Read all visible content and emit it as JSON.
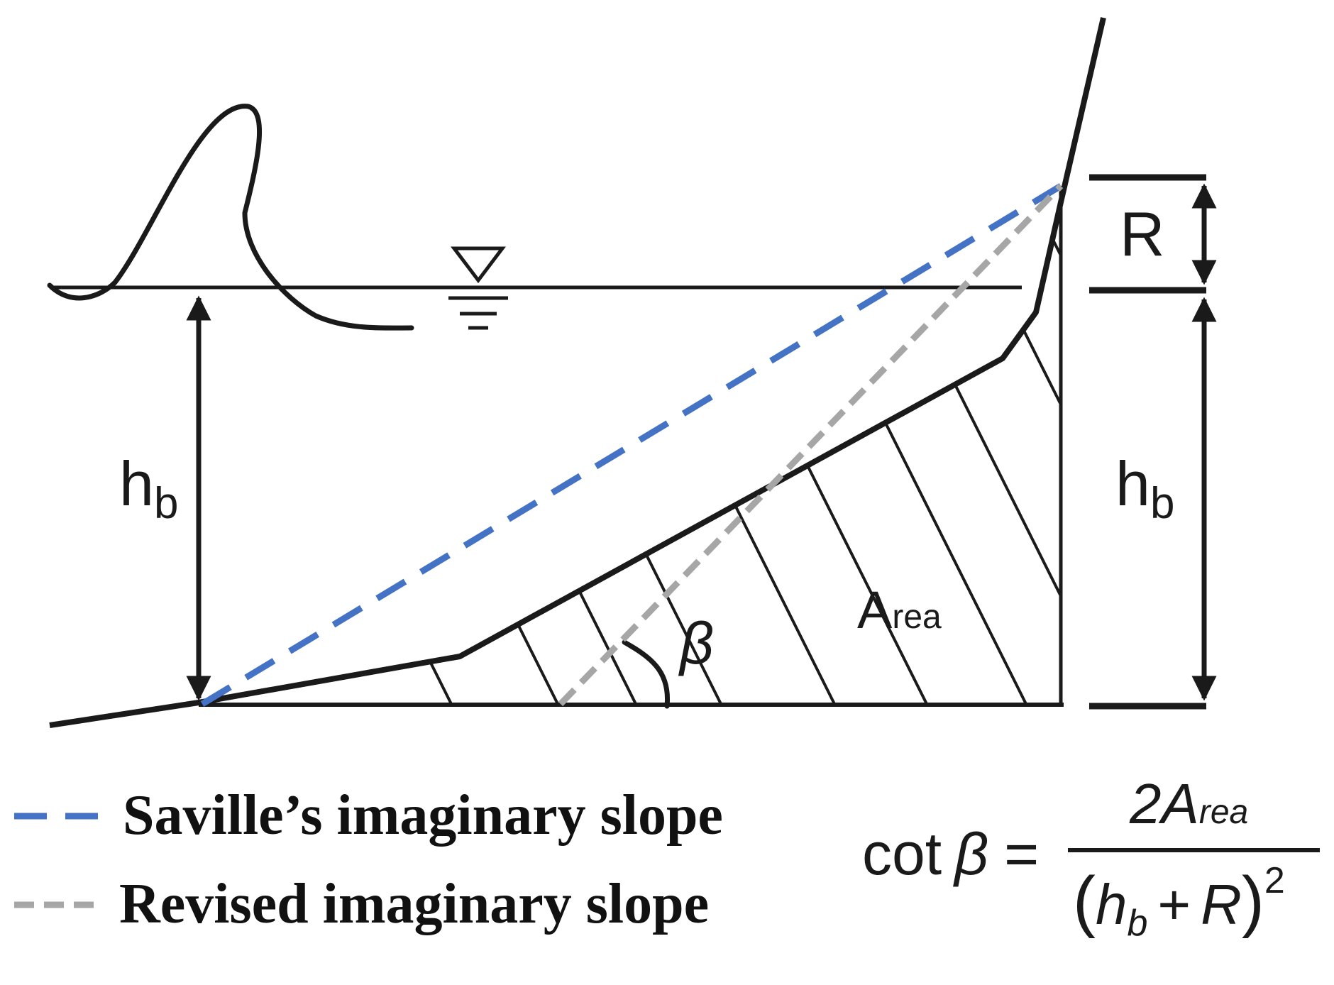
{
  "labels": {
    "hb_left": "h",
    "hb_left_sub": "b",
    "hb_right": "h",
    "hb_right_sub": "b",
    "r": "R",
    "beta": "β",
    "area_main": "A",
    "area_sub": "rea"
  },
  "legend": [
    {
      "label": "Saville’s imaginary slope",
      "color": "#4472c4"
    },
    {
      "label": "Revised imaginary slope",
      "color": "#a6a6a6"
    }
  ],
  "formula": {
    "lhs": "cot",
    "beta": "β",
    "equals": "=",
    "num_coef": "2",
    "num_main": "A",
    "num_sub": "rea",
    "den_open": "(",
    "den_h": "h",
    "den_sub": "b",
    "den_plus": "+",
    "den_r": "R",
    "den_close": ")",
    "den_exp": "2"
  },
  "colors": {
    "saville": "#4472c4",
    "revised": "#a6a6a6",
    "ink": "#1a1a1a"
  }
}
